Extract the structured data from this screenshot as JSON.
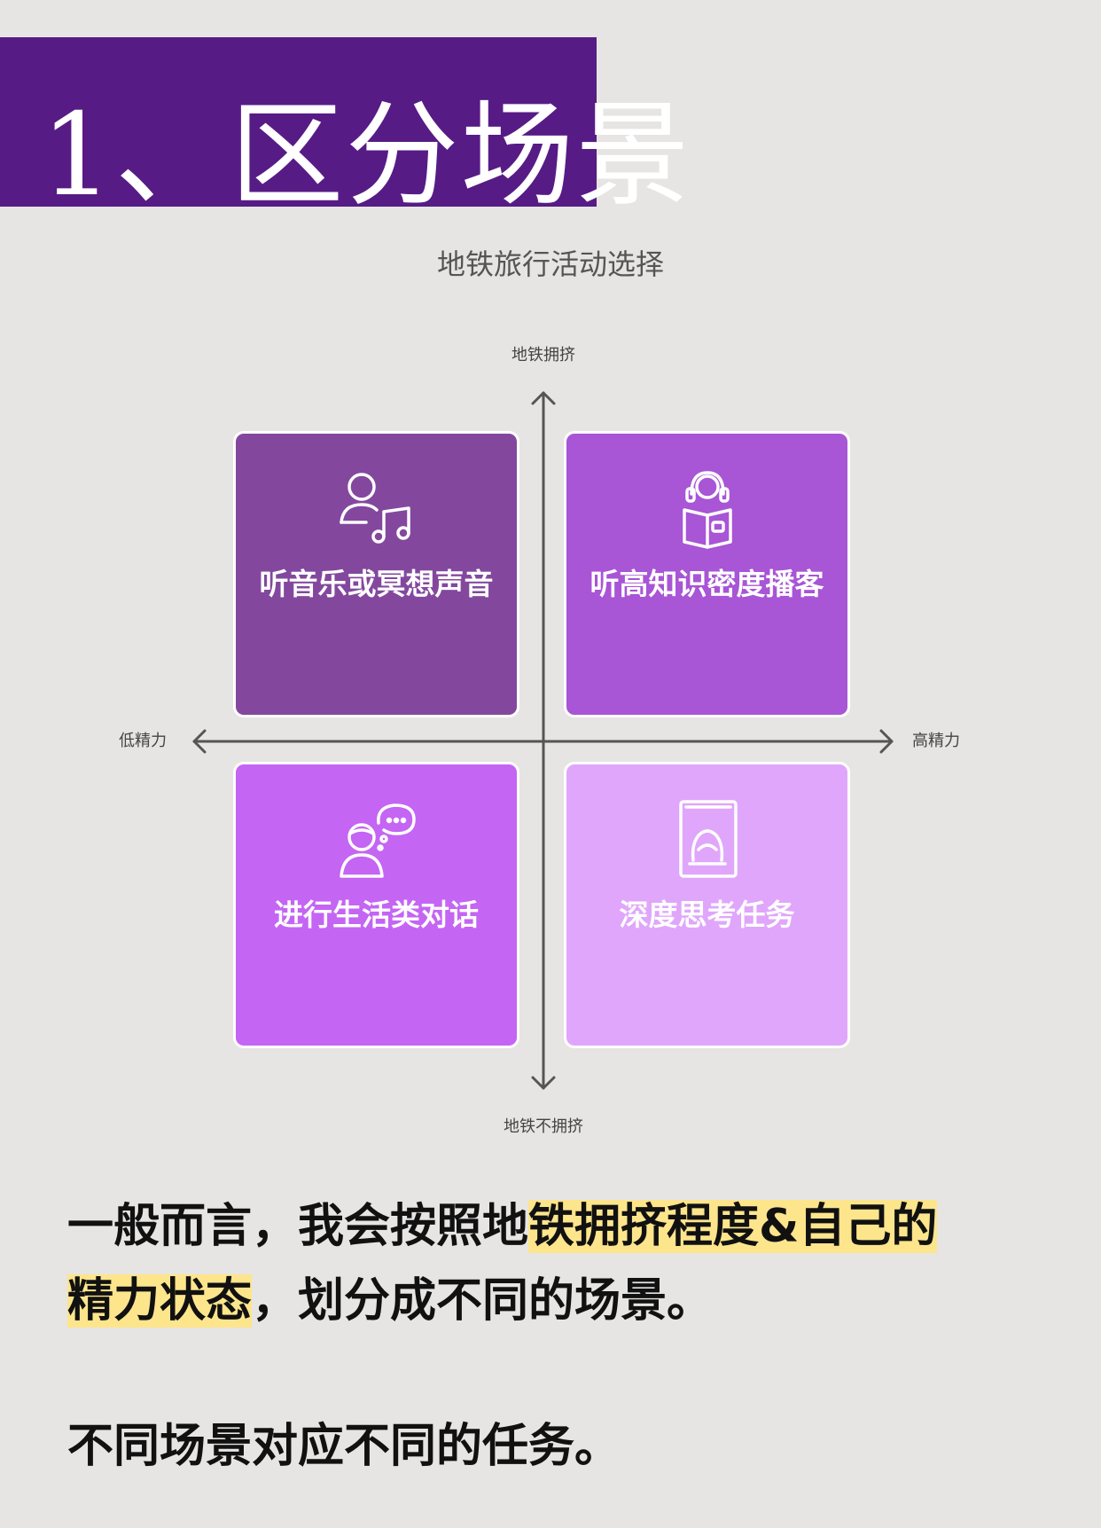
{
  "header": {
    "title": "1、区分场景"
  },
  "diagram": {
    "title": "地铁旅行活动选择",
    "axes": {
      "top": "地铁拥挤",
      "bottom": "地铁不拥挤",
      "left": "低精力",
      "right": "高精力"
    },
    "quadrants": [
      {
        "position": "top-left",
        "label": "听音乐或冥想声音",
        "icon": "person-music-icon",
        "color": "#83489e"
      },
      {
        "position": "top-right",
        "label": "听高知识密度播客",
        "icon": "headphones-book-icon",
        "color": "#a855d6"
      },
      {
        "position": "bottom-left",
        "label": "进行生活类对话",
        "icon": "person-speech-bubble-icon",
        "color": "#c465f3"
      },
      {
        "position": "bottom-right",
        "label": "深度思考任务",
        "icon": "head-thinking-card-icon",
        "color": "#e0a6fb"
      }
    ]
  },
  "body": {
    "paragraph1": {
      "part1": "一般而言，我会按照地",
      "highlight1": "铁拥挤程度&自己的",
      "highlight2": "精力状态",
      "part2": "，划分成不同的场景。"
    },
    "paragraph2": "不同场景对应不同的任务。"
  },
  "colors": {
    "banner": "#571b86",
    "highlight": "#fde58c",
    "background": "#e6e5e4"
  }
}
